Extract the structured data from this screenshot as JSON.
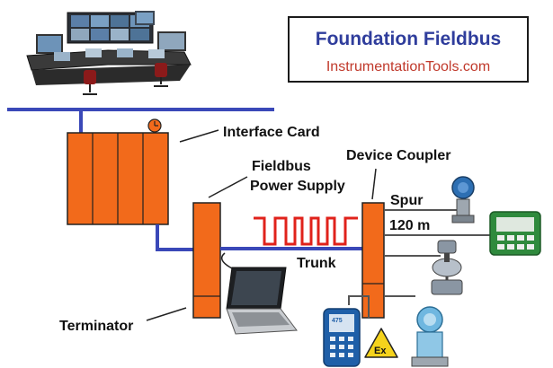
{
  "title": "Foundation Fieldbus",
  "source": "InstrumentationTools.com",
  "labels": {
    "interface_card": "Interface Card",
    "power_supply_line1": "Fieldbus",
    "power_supply_line2": "Power Supply",
    "device_coupler": "Device Coupler",
    "spur": "Spur",
    "spur_length": "120 m",
    "trunk": "Trunk",
    "terminator": "Terminator",
    "ex_badge": "Ex",
    "handheld_brand": "475"
  },
  "colors": {
    "bus": "#3a48b8",
    "module": "#f26a1b",
    "signal": "#e0221b",
    "title": "#2f3d9c",
    "source": "#c0392b"
  },
  "icons": [
    "control-room-icon",
    "clock-icon",
    "laptop-icon",
    "handheld-communicator-icon",
    "explosion-proof-icon",
    "pressure-transmitter-icon",
    "control-valve-icon",
    "level-transmitter-icon",
    "calibrator-icon"
  ]
}
